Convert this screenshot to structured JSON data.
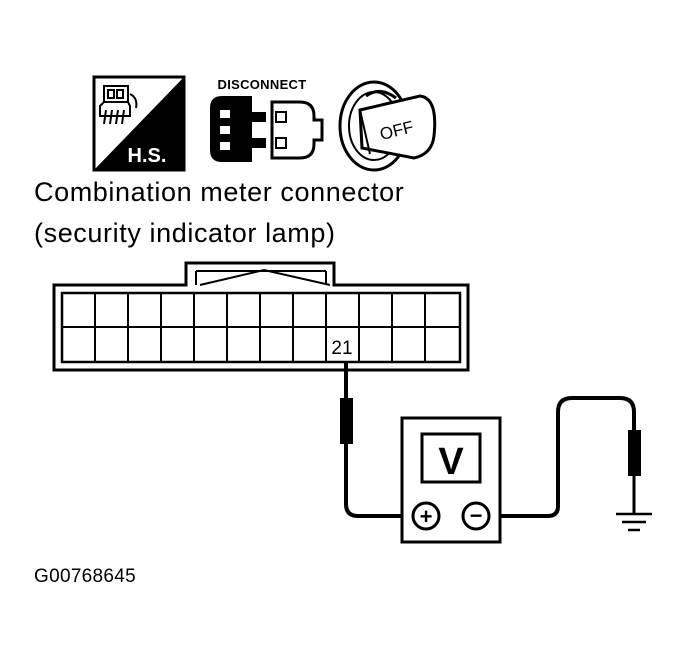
{
  "icons": {
    "hs_label": "H.S.",
    "disconnect_label": "DISCONNECT",
    "ignition_label": "OFF"
  },
  "caption": {
    "line1": "Combination meter connector",
    "line2": "(security indicator lamp)"
  },
  "connector": {
    "terminal_label": "21"
  },
  "meter": {
    "display_label": "V",
    "positive_symbol": "+",
    "negative_symbol": "−"
  },
  "figure_id": "G00768645"
}
